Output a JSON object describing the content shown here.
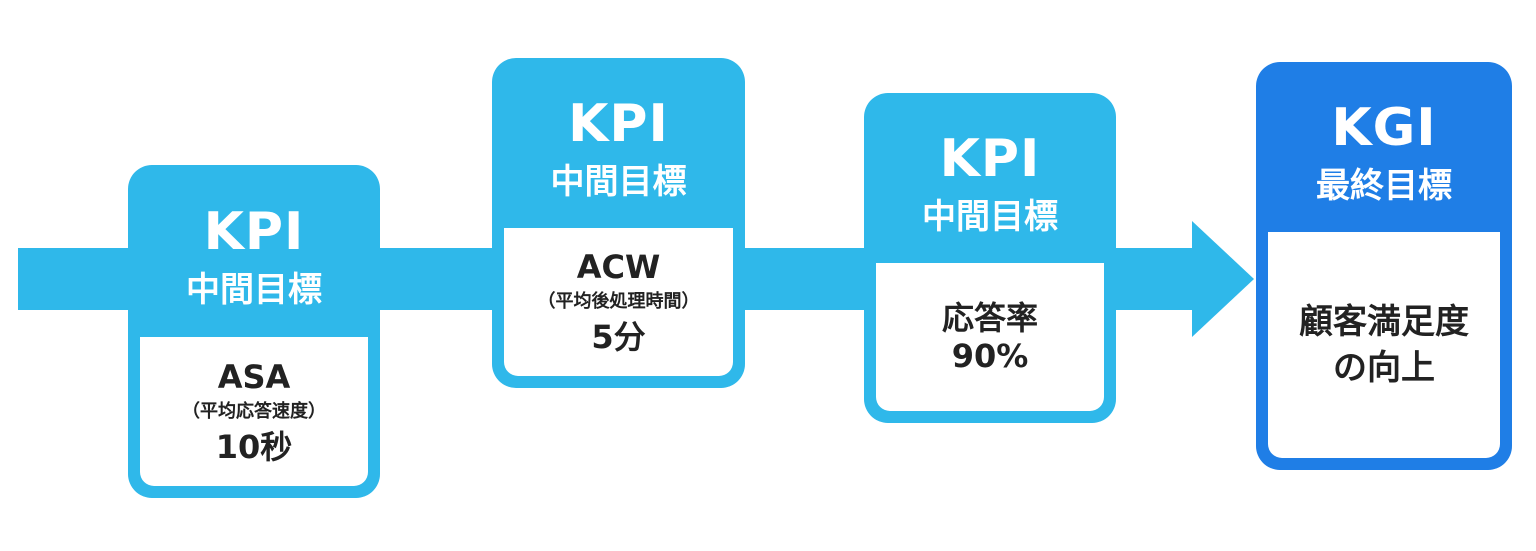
{
  "diagram": {
    "colors": {
      "kpi": "#2fb8ea",
      "kgi": "#1f7ee6",
      "arrow": "#2fb8ea",
      "text_dark": "#222222"
    },
    "cards": [
      {
        "title": "KPI",
        "subtitle": "中間目標",
        "metric": "ASA",
        "detail": "（平均応答速度）",
        "value": "10秒"
      },
      {
        "title": "KPI",
        "subtitle": "中間目標",
        "metric": "ACW",
        "detail": "（平均後処理時間）",
        "value": "5分"
      },
      {
        "title": "KPI",
        "subtitle": "中間目標",
        "metric": "応答率",
        "value": "90%"
      }
    ],
    "goal": {
      "title": "KGI",
      "subtitle": "最終目標",
      "line1": "顧客満足度",
      "line2": "の向上"
    }
  }
}
